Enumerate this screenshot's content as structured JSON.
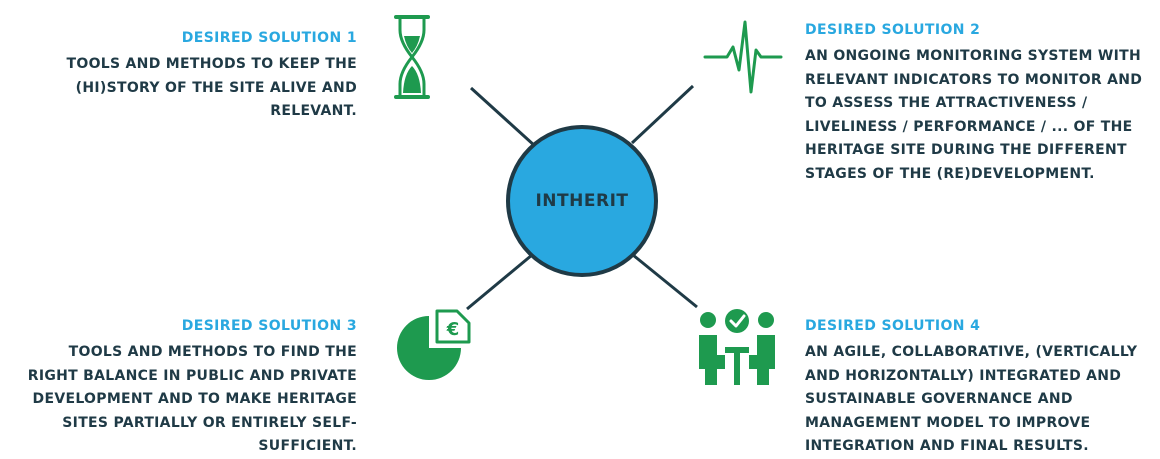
{
  "hub": {
    "label": "INTHERIT"
  },
  "solutions": [
    {
      "heading": "DESIRED SOLUTION 1",
      "lines": [
        "TOOLS AND METHODS TO KEEP THE",
        "(HI)STORY OF THE SITE ALIVE AND",
        "RELEVANT."
      ],
      "icon": "hourglass-icon"
    },
    {
      "heading": "DESIRED SOLUTION 2",
      "lines": [
        "AN ONGOING MONITORING SYSTEM WITH",
        "RELEVANT INDICATORS TO MONITOR AND",
        "TO ASSESS THE ATTRACTIVENESS /",
        "LIVELINESS / PERFORMANCE / ... OF THE",
        "HERITAGE SITE DURING THE DIFFERENT",
        "STAGES OF THE (RE)DEVELOPMENT."
      ],
      "icon": "heartbeat-icon"
    },
    {
      "heading": "DESIRED SOLUTION 3",
      "lines": [
        "TOOLS AND METHODS TO FIND THE",
        "RIGHT BALANCE IN PUBLIC AND PRIVATE",
        "DEVELOPMENT AND TO MAKE HERITAGE",
        "SITES PARTIALLY OR ENTIRELY SELF-",
        "SUFFICIENT."
      ],
      "icon": "euro-pie-chart-icon"
    },
    {
      "heading": "DESIRED SOLUTION 4",
      "lines": [
        "AN AGILE, COLLABORATIVE, (VERTICALLY",
        "AND HORIZONTALLY) INTEGRATED AND",
        "SUSTAINABLE GOVERNANCE AND",
        "MANAGEMENT MODEL TO IMPROVE",
        "INTEGRATION AND FINAL RESULTS."
      ],
      "icon": "team-meeting-icon"
    }
  ],
  "colors": {
    "accent_blue": "#29a8e0",
    "icon_green": "#1e9a4f",
    "dark": "#1f3a46"
  }
}
